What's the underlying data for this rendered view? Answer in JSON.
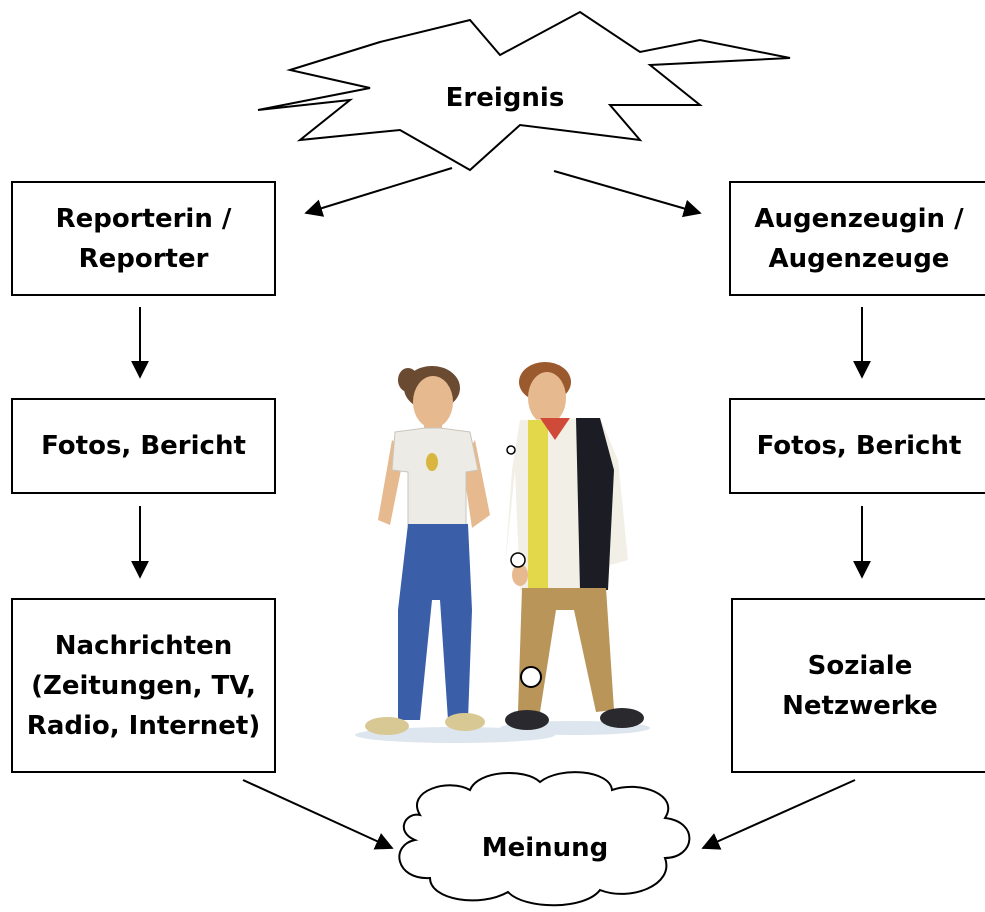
{
  "diagram": {
    "event": "Ereignis",
    "left_column": {
      "source": "Reporterin /\nReporter",
      "material": "Fotos, Bericht",
      "channel": "Nachrichten\n(Zeitungen, TV,\nRadio, Internet)"
    },
    "right_column": {
      "source": "Augenzeugin /\nAugenzeuge",
      "material": "Fotos, Bericht",
      "channel": "Soziale\nNetzwerke"
    },
    "result": "Meinung"
  },
  "illustration": {
    "description": "two-teenagers-illustration",
    "colors": {
      "girl_jeans": "#3a5fa8",
      "girl_shirt": "#ecebe6",
      "boy_trousers": "#b9955a",
      "boy_jacket_yellow": "#e3d84a",
      "boy_jacket_black": "#1c1c24",
      "skin": "#e7b98f"
    }
  }
}
